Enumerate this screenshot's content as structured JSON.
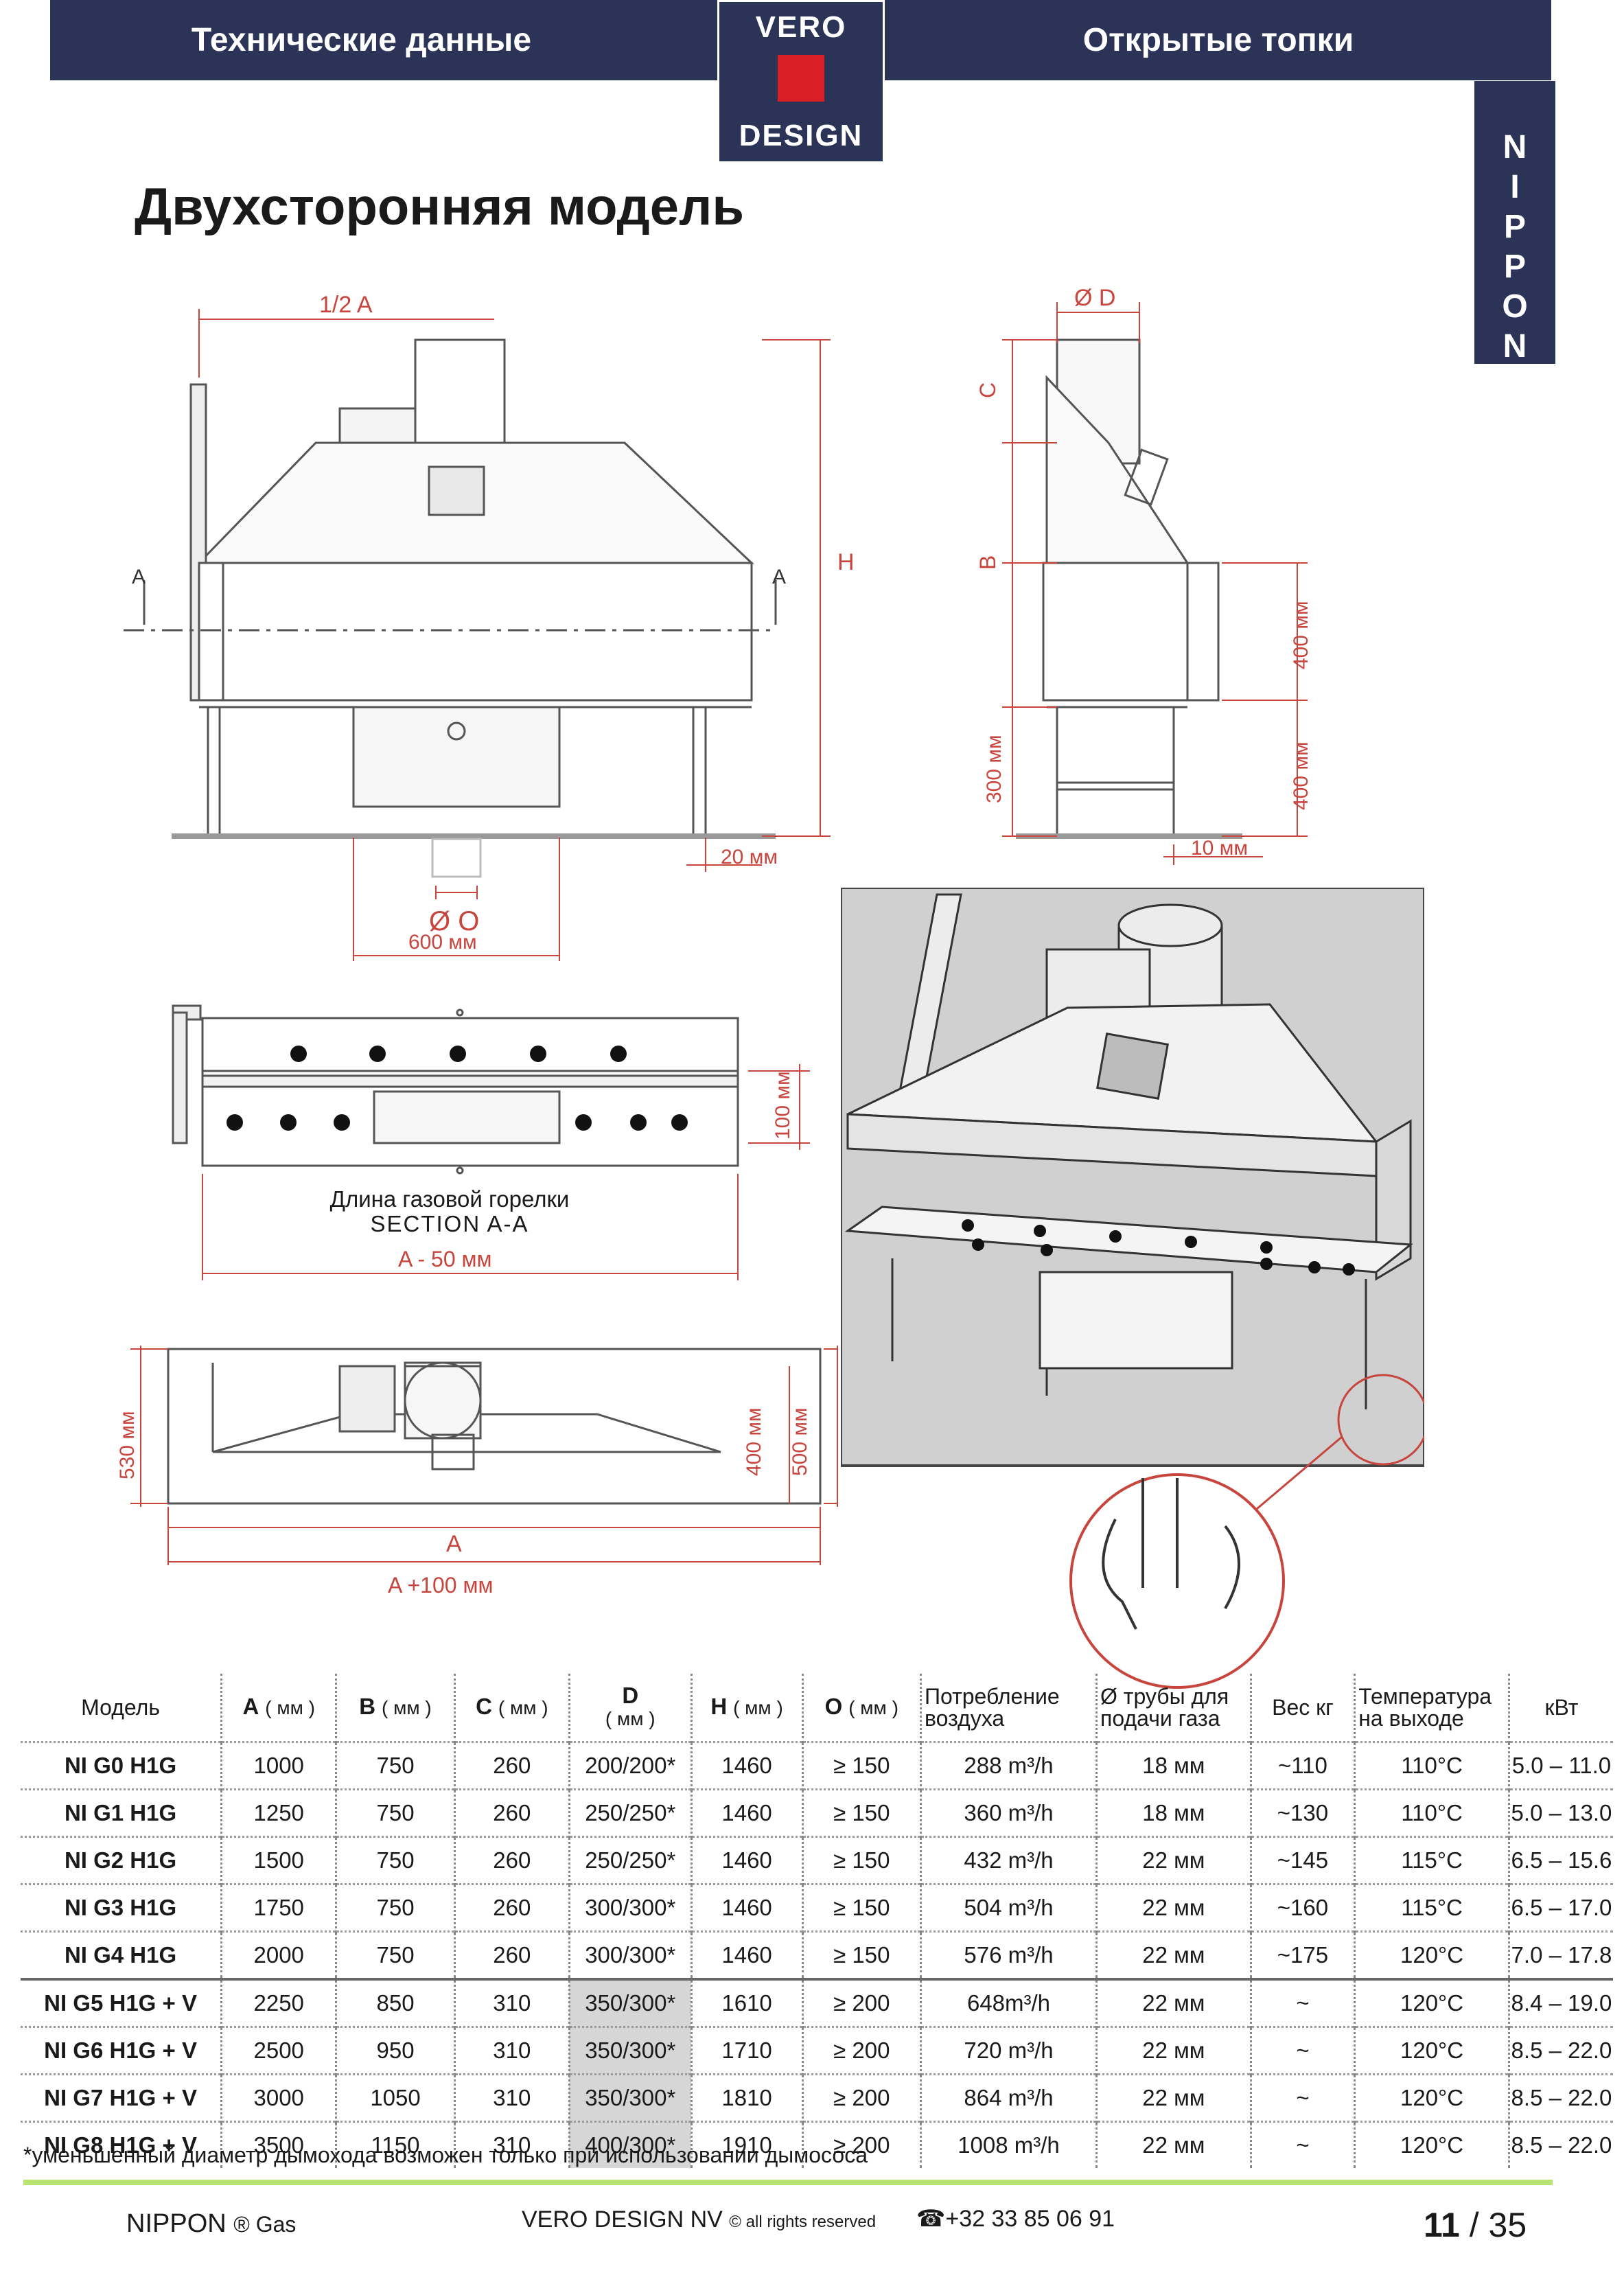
{
  "header": {
    "left": "Технические данные",
    "right": "Открытые топки",
    "logo_top": "VERO",
    "logo_bottom": "DESIGN",
    "side_letters": [
      "N",
      "I",
      "P",
      "P",
      "O",
      "N"
    ]
  },
  "title": "Двухсторонняя модель",
  "drawings": {
    "front": {
      "half_a": "1/2 A",
      "h": "H",
      "section_left": "A",
      "section_right": "A",
      "gap_20": "20 мм",
      "dia_o": "Ø O",
      "w600": "600 мм"
    },
    "side": {
      "dia_d": "Ø D",
      "c": "C",
      "b": "B",
      "h400a": "400 мм",
      "h400b": "400 мм",
      "h300": "300 мм",
      "gap_10": "10 мм"
    },
    "section": {
      "h100": "100 мм",
      "caption": "Длина газовой горелки",
      "section_label": "SECTION A-A",
      "a_minus_50": "A - 50 мм"
    },
    "top": {
      "h530": "530 мм",
      "h400": "400 мм",
      "h500": "500 мм",
      "a": "A",
      "a_plus_100": "A +100 мм"
    }
  },
  "table": {
    "headers": [
      {
        "main": "Модель",
        "unit": ""
      },
      {
        "main": "A",
        "unit": "( мм )"
      },
      {
        "main": "B",
        "unit": "( мм )"
      },
      {
        "main": "C",
        "unit": "( мм )"
      },
      {
        "main": "D",
        "unit": "( мм )"
      },
      {
        "main": "H",
        "unit": "( мм )"
      },
      {
        "main": "O",
        "unit": "( мм )"
      },
      {
        "main": "Потребление воздуха",
        "unit": ""
      },
      {
        "main": "Ø трубы для подачи газа",
        "unit": ""
      },
      {
        "main": "Вес кг",
        "unit": ""
      },
      {
        "main": "Температура на выходе",
        "unit": ""
      },
      {
        "main": "кВт",
        "unit": ""
      }
    ],
    "rows": [
      [
        "NI G0 H1G",
        "1000",
        "750",
        "260",
        "200/200*",
        "1460",
        "≥ 150",
        "288 m³/h",
        "18 мм",
        "~110",
        "110°C",
        "5.0 – 11.0"
      ],
      [
        "NI G1 H1G",
        "1250",
        "750",
        "260",
        "250/250*",
        "1460",
        "≥ 150",
        "360 m³/h",
        "18 мм",
        "~130",
        "110°C",
        "5.0 – 13.0"
      ],
      [
        "NI G2 H1G",
        "1500",
        "750",
        "260",
        "250/250*",
        "1460",
        "≥ 150",
        "432 m³/h",
        "22 мм",
        "~145",
        "115°C",
        "6.5 – 15.6"
      ],
      [
        "NI G3 H1G",
        "1750",
        "750",
        "260",
        "300/300*",
        "1460",
        "≥ 150",
        "504 m³/h",
        "22 мм",
        "~160",
        "115°C",
        "6.5 – 17.0"
      ],
      [
        "NI G4 H1G",
        "2000",
        "750",
        "260",
        "300/300*",
        "1460",
        "≥ 150",
        "576 m³/h",
        "22 мм",
        "~175",
        "120°C",
        "7.0 – 17.8"
      ],
      [
        "NI G5 H1G + V",
        "2250",
        "850",
        "310",
        "350/300*",
        "1610",
        "≥ 200",
        "648m³/h",
        "22 мм",
        "~",
        "120°C",
        "8.4 – 19.0"
      ],
      [
        "NI G6 H1G + V",
        "2500",
        "950",
        "310",
        "350/300*",
        "1710",
        "≥ 200",
        "720 m³/h",
        "22 мм",
        "~",
        "120°C",
        "8.5 – 22.0"
      ],
      [
        "NI G7 H1G + V",
        "3000",
        "1050",
        "310",
        "350/300*",
        "1810",
        "≥ 200",
        "864 m³/h",
        "22 мм",
        "~",
        "120°C",
        "8.5 – 22.0"
      ],
      [
        "NI G8 H1G + V",
        "3500",
        "1150",
        "310",
        "400/300*",
        "1910",
        "≥ 200",
        "1008 m³/h",
        "22 мм",
        "~",
        "120°C",
        "8.5 – 22.0"
      ]
    ]
  },
  "footnote": "*уменьшенный диаметр дымохода возможен только при использовании дымососа",
  "footer": {
    "product": "NIPPON",
    "product_suffix": "® Gas",
    "company": "VERO DESIGN NV",
    "rights": "© all rights reserved",
    "phone": "☎+32 33 85 06 91",
    "page_current": "11",
    "page_total": "/ 35"
  }
}
